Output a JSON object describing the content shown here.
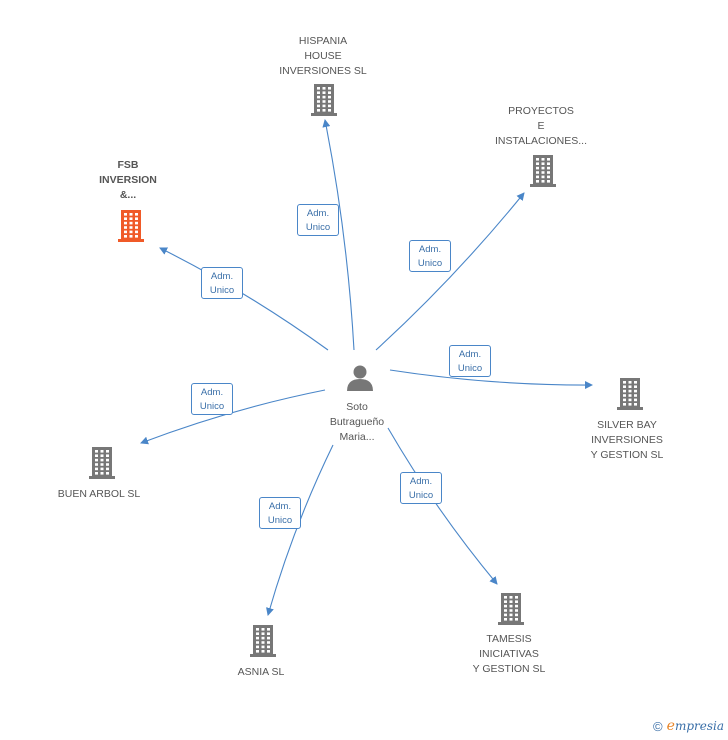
{
  "colors": {
    "edge": "#4a86c8",
    "building": "#777777",
    "highlight": "#f05a28",
    "person": "#777777"
  },
  "center": {
    "label_lines": [
      "Soto",
      "Butragueño",
      "Maria..."
    ]
  },
  "nodes": [
    {
      "id": "hispania",
      "label_lines": [
        "HISPANIA",
        "HOUSE",
        "INVERSIONES SL"
      ],
      "highlight": false
    },
    {
      "id": "proyectos",
      "label_lines": [
        "PROYECTOS",
        "E",
        "INSTALACIONES..."
      ],
      "highlight": false
    },
    {
      "id": "fsb",
      "label_lines": [
        "FSB",
        "INVERSION",
        "&..."
      ],
      "highlight": true
    },
    {
      "id": "silverbay",
      "label_lines": [
        "SILVER BAY",
        "INVERSIONES",
        "Y GESTION SL"
      ],
      "highlight": false
    },
    {
      "id": "buenarbol",
      "label_lines": [
        "BUEN ARBOL SL"
      ],
      "highlight": false
    },
    {
      "id": "asnia",
      "label_lines": [
        "ASNIA SL"
      ],
      "highlight": false
    },
    {
      "id": "tamesis",
      "label_lines": [
        "TAMESIS",
        "INICIATIVAS",
        "Y GESTION SL"
      ],
      "highlight": false
    }
  ],
  "edge_label": [
    "Adm.",
    "Unico"
  ],
  "footer": {
    "copyright": "©",
    "brand_initial": "e",
    "brand_rest": "mpresia"
  }
}
